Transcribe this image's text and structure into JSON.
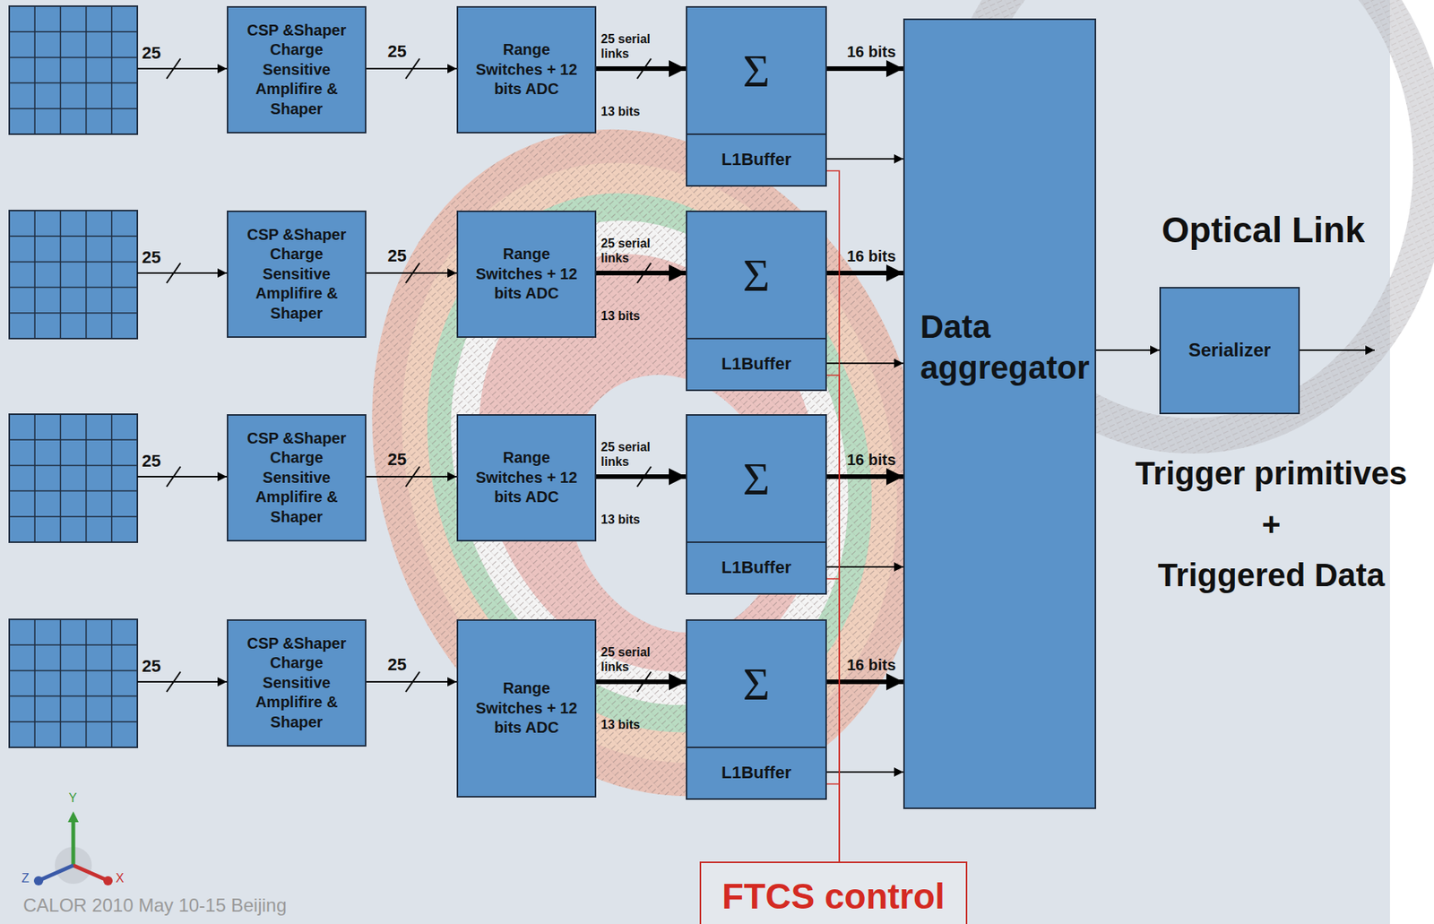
{
  "diagram": {
    "nodes": [
      {
        "text": [
          "CSP &Shaper Charge Sensitive Amplifire & Shaper"
        ]
      },
      {
        "text": [
          "Range Switches + 12 bits ADC"
        ]
      },
      {
        "text": [
          "Σ"
        ]
      },
      {
        "text": [
          "L1Buffer"
        ]
      },
      {
        "text": [
          "CSP &Shaper Charge Sensitive Amplifire & Shaper"
        ]
      },
      {
        "text": [
          "Range Switches + 12 bits ADC"
        ]
      },
      {
        "text": [
          "Σ"
        ]
      },
      {
        "text": [
          "L1Buffer"
        ]
      },
      {
        "text": [
          "CSP &Shaper Charge Sensitive Amplifire & Shaper"
        ]
      },
      {
        "text": [
          "Range Switches + 12 bits ADC"
        ]
      },
      {
        "text": [
          "Σ"
        ]
      },
      {
        "text": [
          "L1Buffer"
        ]
      },
      {
        "text": [
          "CSP &Shaper Charge Sensitive Amplifire & Shaper"
        ]
      },
      {
        "text": [
          "Range Switches + 12 bits ADC"
        ]
      },
      {
        "text": [
          "Σ"
        ]
      },
      {
        "text": [
          "L1Buffer"
        ]
      },
      {
        "text": [
          "Data aggregator"
        ]
      },
      {
        "text": [
          "Serializer"
        ]
      },
      {
        "text": [
          "FTCS control"
        ]
      }
    ],
    "edges": [
      {
        "from": 0,
        "to": 1,
        "arrow": "to",
        "label": "25"
      },
      {
        "from": 1,
        "to": 2,
        "arrow": "to",
        "label": "25 serial links"
      },
      {
        "from": 2,
        "to": 16,
        "arrow": "to",
        "label": "16 bits"
      },
      {
        "from": 3,
        "to": 16,
        "arrow": "to"
      },
      {
        "from": 4,
        "to": 5,
        "arrow": "to",
        "label": "25"
      },
      {
        "from": 5,
        "to": 6,
        "arrow": "to",
        "label": "25 serial links"
      },
      {
        "from": 6,
        "to": 16,
        "arrow": "to",
        "label": "16 bits"
      },
      {
        "from": 7,
        "to": 16,
        "arrow": "to"
      },
      {
        "from": 8,
        "to": 9,
        "arrow": "to",
        "label": "25"
      },
      {
        "from": 9,
        "to": 10,
        "arrow": "to",
        "label": "25 serial links"
      },
      {
        "from": 10,
        "to": 16,
        "arrow": "to",
        "label": "16 bits"
      },
      {
        "from": 11,
        "to": 16,
        "arrow": "to"
      },
      {
        "from": 12,
        "to": 13,
        "arrow": "to",
        "label": "25"
      },
      {
        "from": 13,
        "to": 14,
        "arrow": "to",
        "label": "25 serial links"
      },
      {
        "from": 14,
        "to": 16,
        "arrow": "to",
        "label": "16 bits"
      },
      {
        "from": 15,
        "to": 16,
        "arrow": "to"
      },
      {
        "from": 16,
        "to": 17,
        "arrow": "to"
      },
      {
        "from": 18,
        "to": 3,
        "arrow": "none"
      },
      {
        "from": 18,
        "to": 7,
        "arrow": "none"
      },
      {
        "from": 18,
        "to": 11,
        "arrow": "none"
      },
      {
        "from": 18,
        "to": 15,
        "arrow": "none"
      }
    ],
    "labels": [
      "25",
      "13 bits",
      "25",
      "13 bits",
      "25",
      "13 bits",
      "25",
      "13 bits",
      "Optical Link",
      "Trigger primitives",
      "+",
      "Triggered Data",
      "CALOR 2010 May 10-15 Beijing",
      "Y",
      "Z",
      "X"
    ]
  }
}
